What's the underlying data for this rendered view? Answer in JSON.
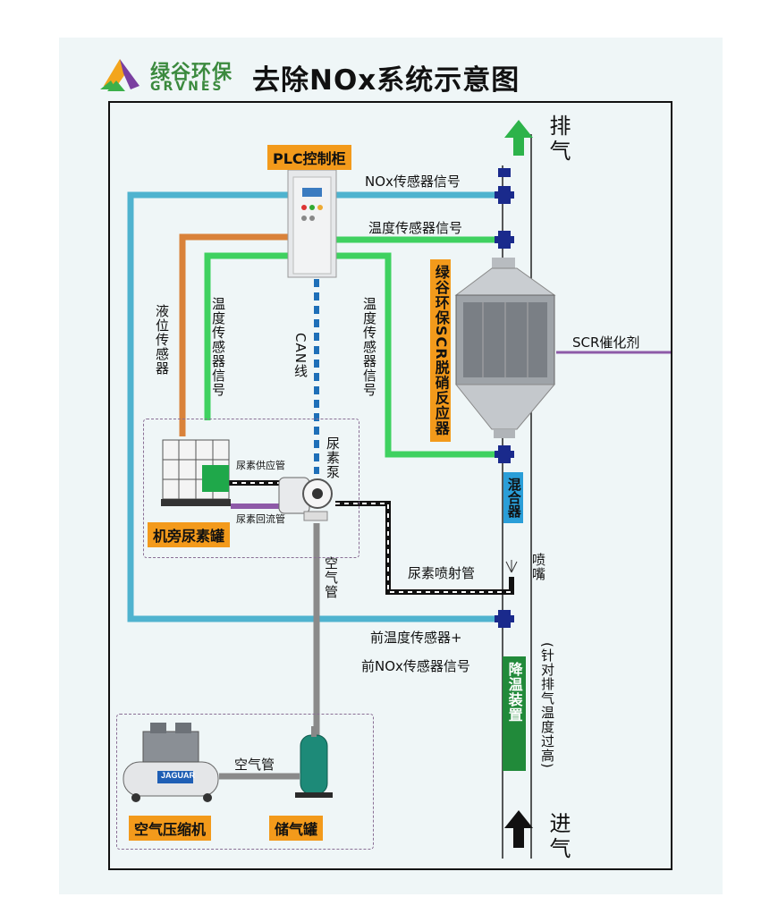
{
  "header": {
    "brand_cn": "绿谷环保",
    "brand_en": "GRVNES",
    "title": "去除NOx系统示意图"
  },
  "labels": {
    "exhaust_out": "排气",
    "exhaust_in": "进气",
    "plc": "PLC控制柜",
    "nox_signal": "NOx传感器信号",
    "temp_signal_top": "温度传感器信号",
    "reactor": "绿谷环保SCR脱硝反应器",
    "scr_catalyst": "SCR催化剂",
    "level_sensor": "液位传感器",
    "temp_signal_left": "温度传感器信号",
    "can_line": "CAN线",
    "temp_signal_mid": "温度传感器信号",
    "urea_pump": "尿素泵",
    "urea_supply": "尿素供应管",
    "urea_return": "尿素回流管",
    "urea_tank": "机旁尿素罐",
    "mixer": "混合器",
    "nozzle": "喷嘴",
    "injection_pipe": "尿素喷射管",
    "air_pipe_vertical": "空气管",
    "front_temp": "前温度传感器+",
    "front_nox": "前NOx传感器信号",
    "cooling_device": "降温装置",
    "cooling_note": "(针对排气温度过高)",
    "air_pipe_horizontal": "空气管",
    "compressor": "空气压缩机",
    "air_tank": "储气罐",
    "compressor_brand": "JAGUAR"
  },
  "colors": {
    "blue_line": "#4fb3cf",
    "orange_line": "#d9823a",
    "green_line": "#3fd160",
    "can_line": "#1e6fb8",
    "air_line": "#8a8a8a",
    "urea_line": "#111111",
    "return_line": "#8e5aa8",
    "catalyst_line": "#8e5aa8",
    "arrow_green": "#2db34a",
    "label_orange": "#f39a1b",
    "mixer_blue": "#2a9ed8",
    "cooling_green": "#218a3a"
  },
  "icons": [
    "up-arrow-green-icon",
    "up-arrow-black-icon",
    "logo-icon",
    "plc-cabinet-icon",
    "reactor-icon",
    "ibc-tank-icon",
    "pump-icon",
    "compressor-icon",
    "air-tank-icon",
    "nozzle-icon",
    "sensor-icon"
  ]
}
